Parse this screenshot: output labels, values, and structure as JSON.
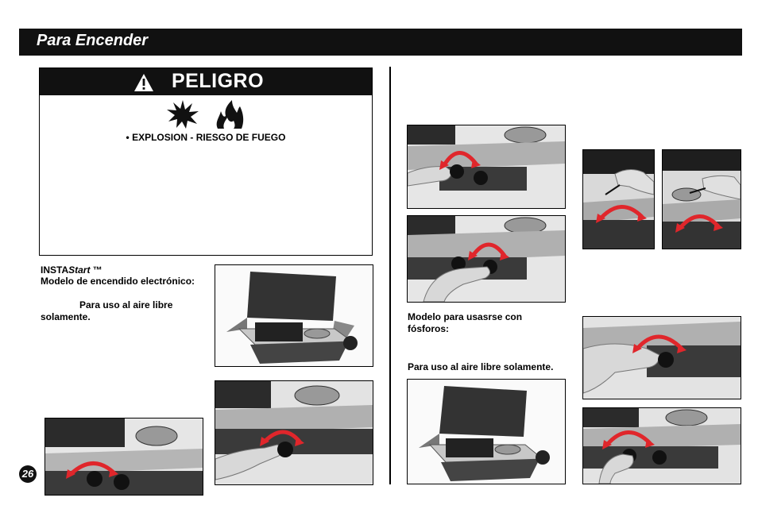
{
  "header": {
    "title": "Para Encender"
  },
  "danger": {
    "title": "PELIGRO",
    "hazard": "• EXPLOSION - RIESGO DE FUEGO"
  },
  "instastart": {
    "brand_prefix": "INSTA",
    "brand_italic": "Start",
    "brand_suffix": " ™",
    "model": "Modelo de encendido electrónico:",
    "outdoor": "Para uso al aire libre",
    "outdoor2": "solamente."
  },
  "matches": {
    "model_line1": "Modelo para usasrse con",
    "model_line2": "fósforos:",
    "outdoor": "Para uso al aire libre solamente."
  },
  "page": {
    "number": "26"
  },
  "colors": {
    "arrow": "#e0262b",
    "header": "#111111"
  }
}
